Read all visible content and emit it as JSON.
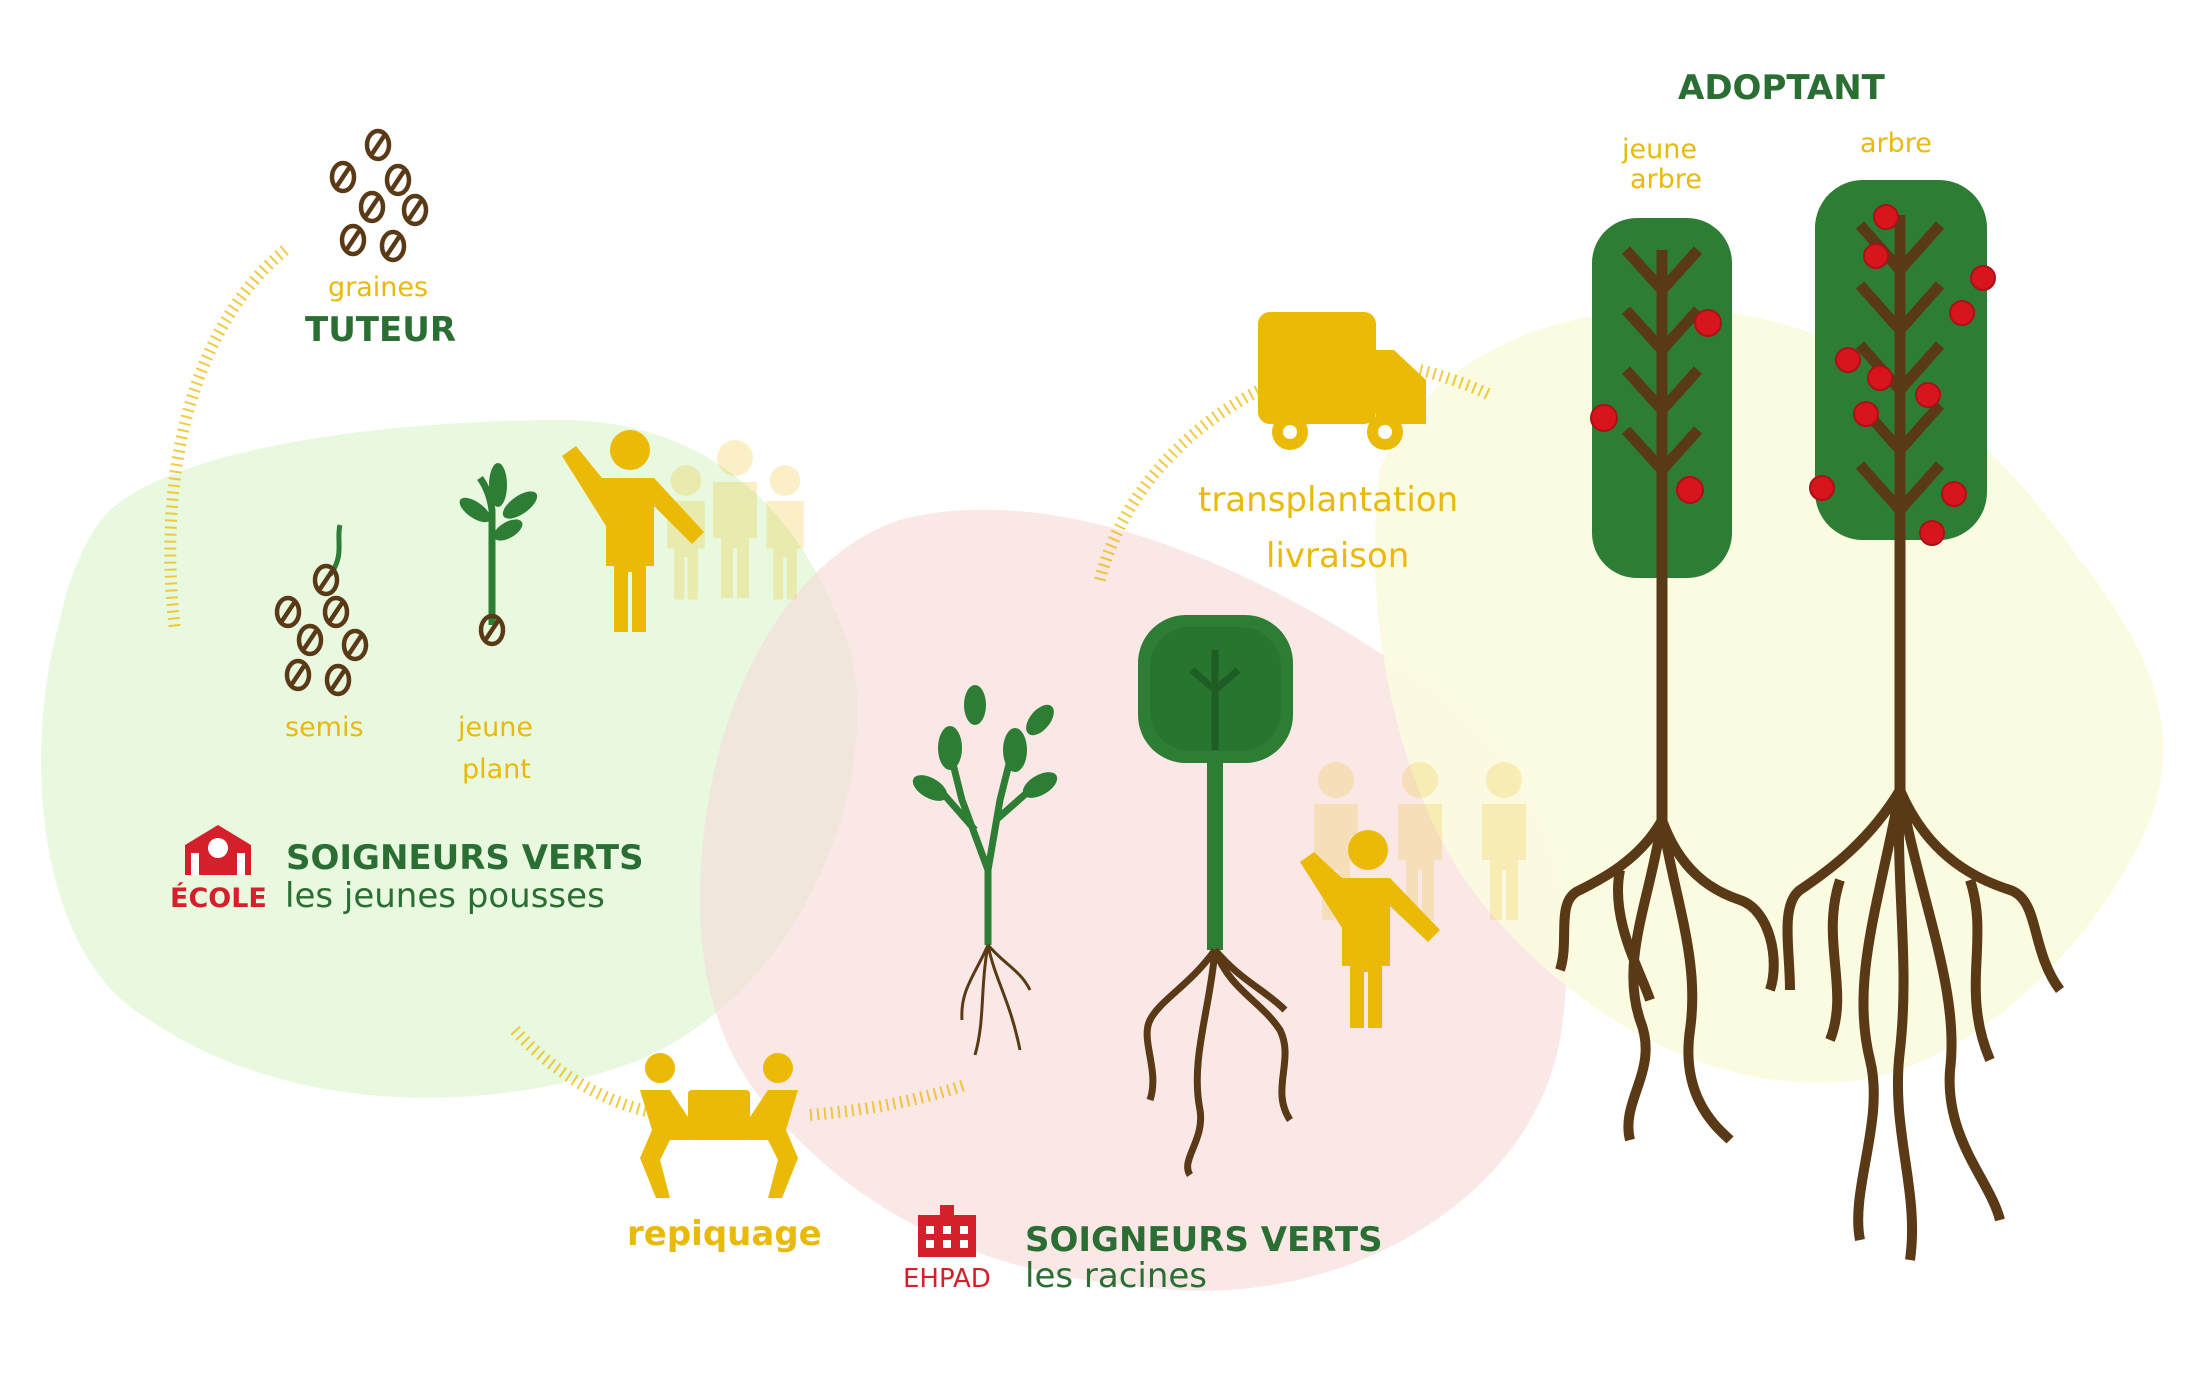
{
  "colors": {
    "green_dark": "#2e7d35",
    "green_text": "#2a6e33",
    "yellow": "#ebba07",
    "brown": "#5a3a16",
    "red": "#d4202b",
    "berry": "#d8151c",
    "zone_green": "#e7f8dc",
    "zone_pink": "#f9e4e2",
    "zone_yellow": "#fbfbe3"
  },
  "labels": {
    "graines": "graines",
    "tuteur": "TUTEUR",
    "semis": "semis",
    "jeune_plant_1": "jeune",
    "jeune_plant_2": "plant",
    "ecole": "ÉCOLE",
    "soigneurs_verts_1": "SOIGNEURS VERTS",
    "jeunes_pousses": "les jeunes pousses",
    "repiquage": "repiquage",
    "ehpad": "EHPAD",
    "soigneurs_verts_2": "SOIGNEURS VERTS",
    "racines": "les racines",
    "transplantation": "transplantation",
    "livraison": "livraison",
    "adoptant": "ADOPTANT",
    "jeune_arbre_1": "jeune",
    "jeune_arbre_2": "arbre",
    "arbre": "arbre"
  },
  "icons": [
    "seeds-icon",
    "sprouting-seeds-icon",
    "seedling-icon",
    "waving-person-icon",
    "group-icon",
    "school-icon",
    "movers-icon",
    "hospital-icon",
    "delivery-truck-icon",
    "sapling-icon",
    "young-tree-icon",
    "mature-tree-icon"
  ]
}
